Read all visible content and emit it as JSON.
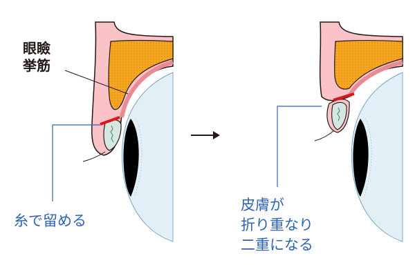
{
  "panels": {
    "before": {
      "muscle_label_lines": [
        "眼瞼",
        "挙筋"
      ],
      "caption_lines": [
        "糸で留める"
      ]
    },
    "after": {
      "caption_lines": [
        "皮膚が",
        "折り重なり",
        "二重になる"
      ]
    },
    "arrow": "→"
  },
  "colors": {
    "skin": "#f9c3c8",
    "skin_outline": "#231815",
    "fat": "#f5a623",
    "tarsus": "#d6e7e2",
    "eyeball": "#e3eff7",
    "iris": "#000000",
    "suture": "#d7191f",
    "leader_line": "#2f63b8",
    "text_blue": "#2f63b8"
  }
}
